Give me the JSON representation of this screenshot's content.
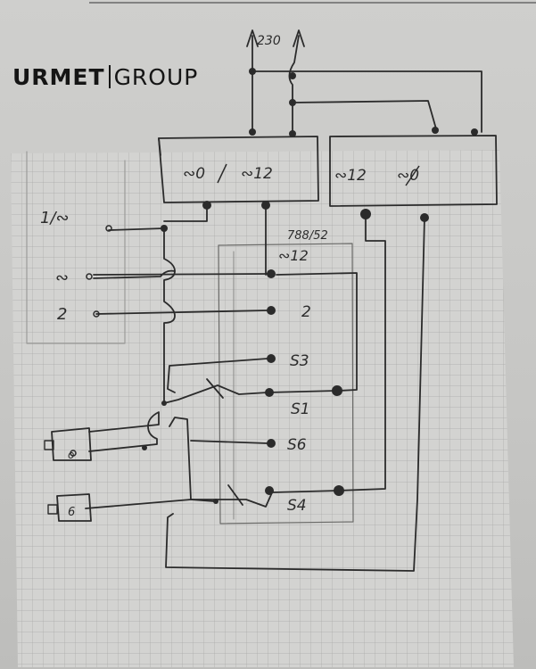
{
  "logo": {
    "part1": "URMET",
    "part2": "GROUP"
  },
  "diagram": {
    "voltage_label": "230",
    "left_module_terminals": [
      "∾0",
      "∾12"
    ],
    "right_module_terminals": [
      "∾12",
      "∾0"
    ],
    "unit_model": "788/52",
    "unit_terminals": [
      "∾12",
      "2",
      "S3",
      "S1",
      "S6",
      "S4"
    ],
    "left_inputs": [
      "1/∾",
      "∾",
      "2"
    ]
  }
}
